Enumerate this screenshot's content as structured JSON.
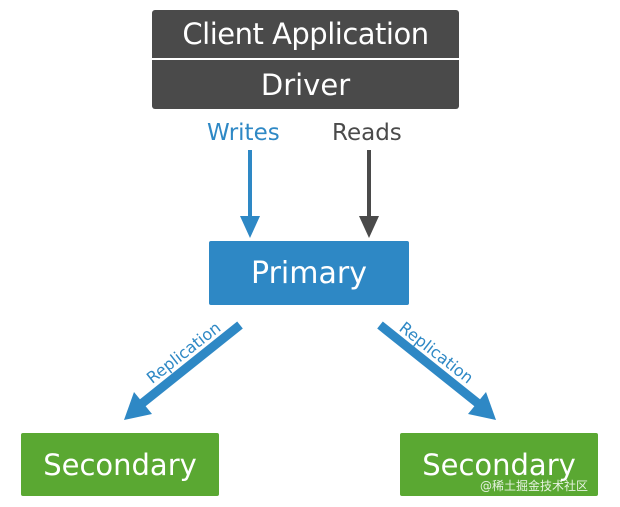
{
  "client": {
    "application_label": "Client Application",
    "driver_label": "Driver"
  },
  "operations": {
    "writes_label": "Writes",
    "reads_label": "Reads"
  },
  "nodes": {
    "primary_label": "Primary",
    "secondary_left_label": "Secondary",
    "secondary_right_label": "Secondary"
  },
  "replication": {
    "left_label": "Replication",
    "right_label": "Replication"
  },
  "watermark": {
    "text": "@稀土掘金技术社区"
  },
  "colors": {
    "client_box": "#4a4a4a",
    "primary_box": "#2e88c5",
    "secondary_box": "#5aa832",
    "writes_arrow": "#2e88c5",
    "reads_arrow": "#4a4a4a",
    "replication_arrow": "#2e88c5"
  }
}
